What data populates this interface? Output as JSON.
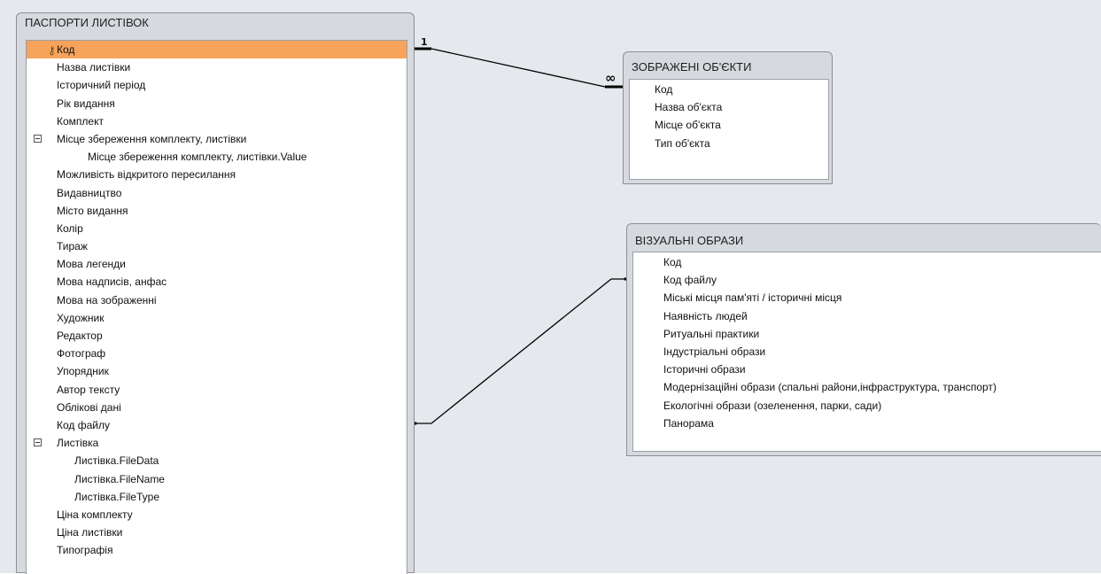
{
  "tables": {
    "pasporty": {
      "title": "ПАСПОРТИ ЛИСТІВОК",
      "fields": [
        "Код",
        "Назва листівки",
        "Історичний період",
        "Рік видання",
        "Комплект",
        "Місце збереження комплекту, листівки",
        "Місце збереження комплекту, листівки.Value",
        "Можливість відкритого пересилання",
        "Видавництво",
        "Місто видання",
        "Колір",
        "Тираж",
        "Мова легенди",
        "Мова надписів, анфас",
        "Мова на зображенні",
        "Художник",
        "Редактор",
        "Фотограф",
        "Упорядник",
        "Автор тексту",
        "Облікові дані",
        "Код файлу",
        "Листівка",
        "Листівка.FileData",
        "Листівка.FileName",
        "Листівка.FileType",
        "Ціна комплекту",
        "Ціна листівки",
        "Типографія"
      ]
    },
    "zobrazheni": {
      "title": "ЗОБРАЖЕНІ ОБ'ЄКТИ",
      "fields": [
        "Код",
        "Назва об'єкта",
        "Місце об'єкта",
        "Тип об'єкта"
      ]
    },
    "vizualni": {
      "title": "ВІЗУАЛЬНІ ОБРАЗИ",
      "fields": [
        "Код",
        "Код файлу",
        "Міські місця пам'яті / історичні місця",
        "Наявність людей",
        "Ритуальні практики",
        "Індустріальні образи",
        "Історичні образи",
        "Модернізаційні образи (спальні райони,інфраструктура, транспорт)",
        "Екологічні образи (озеленення, парки, сади)",
        "Панорама"
      ]
    }
  },
  "relationships": {
    "one_label": "1",
    "many_label": "∞"
  },
  "colors": {
    "selected_row": "#f7a35c",
    "canvas": "#e5e8ec",
    "table_frame": "#d6d9de"
  },
  "icons": {
    "primary_key": "key-icon",
    "expand": "collapse-minus-icon"
  }
}
